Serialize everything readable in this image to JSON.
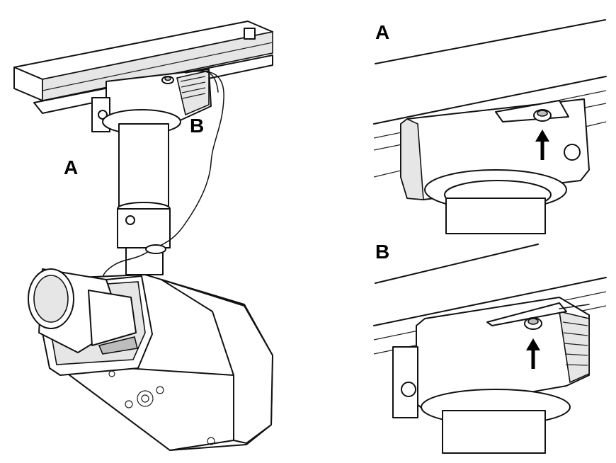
{
  "labels": {
    "main_a": "A",
    "main_b": "B",
    "detail_a": "A",
    "detail_b": "B"
  },
  "icons": [
    "camera-illustration",
    "screw-icon",
    "arrow-up-icon",
    "safety-wire"
  ]
}
